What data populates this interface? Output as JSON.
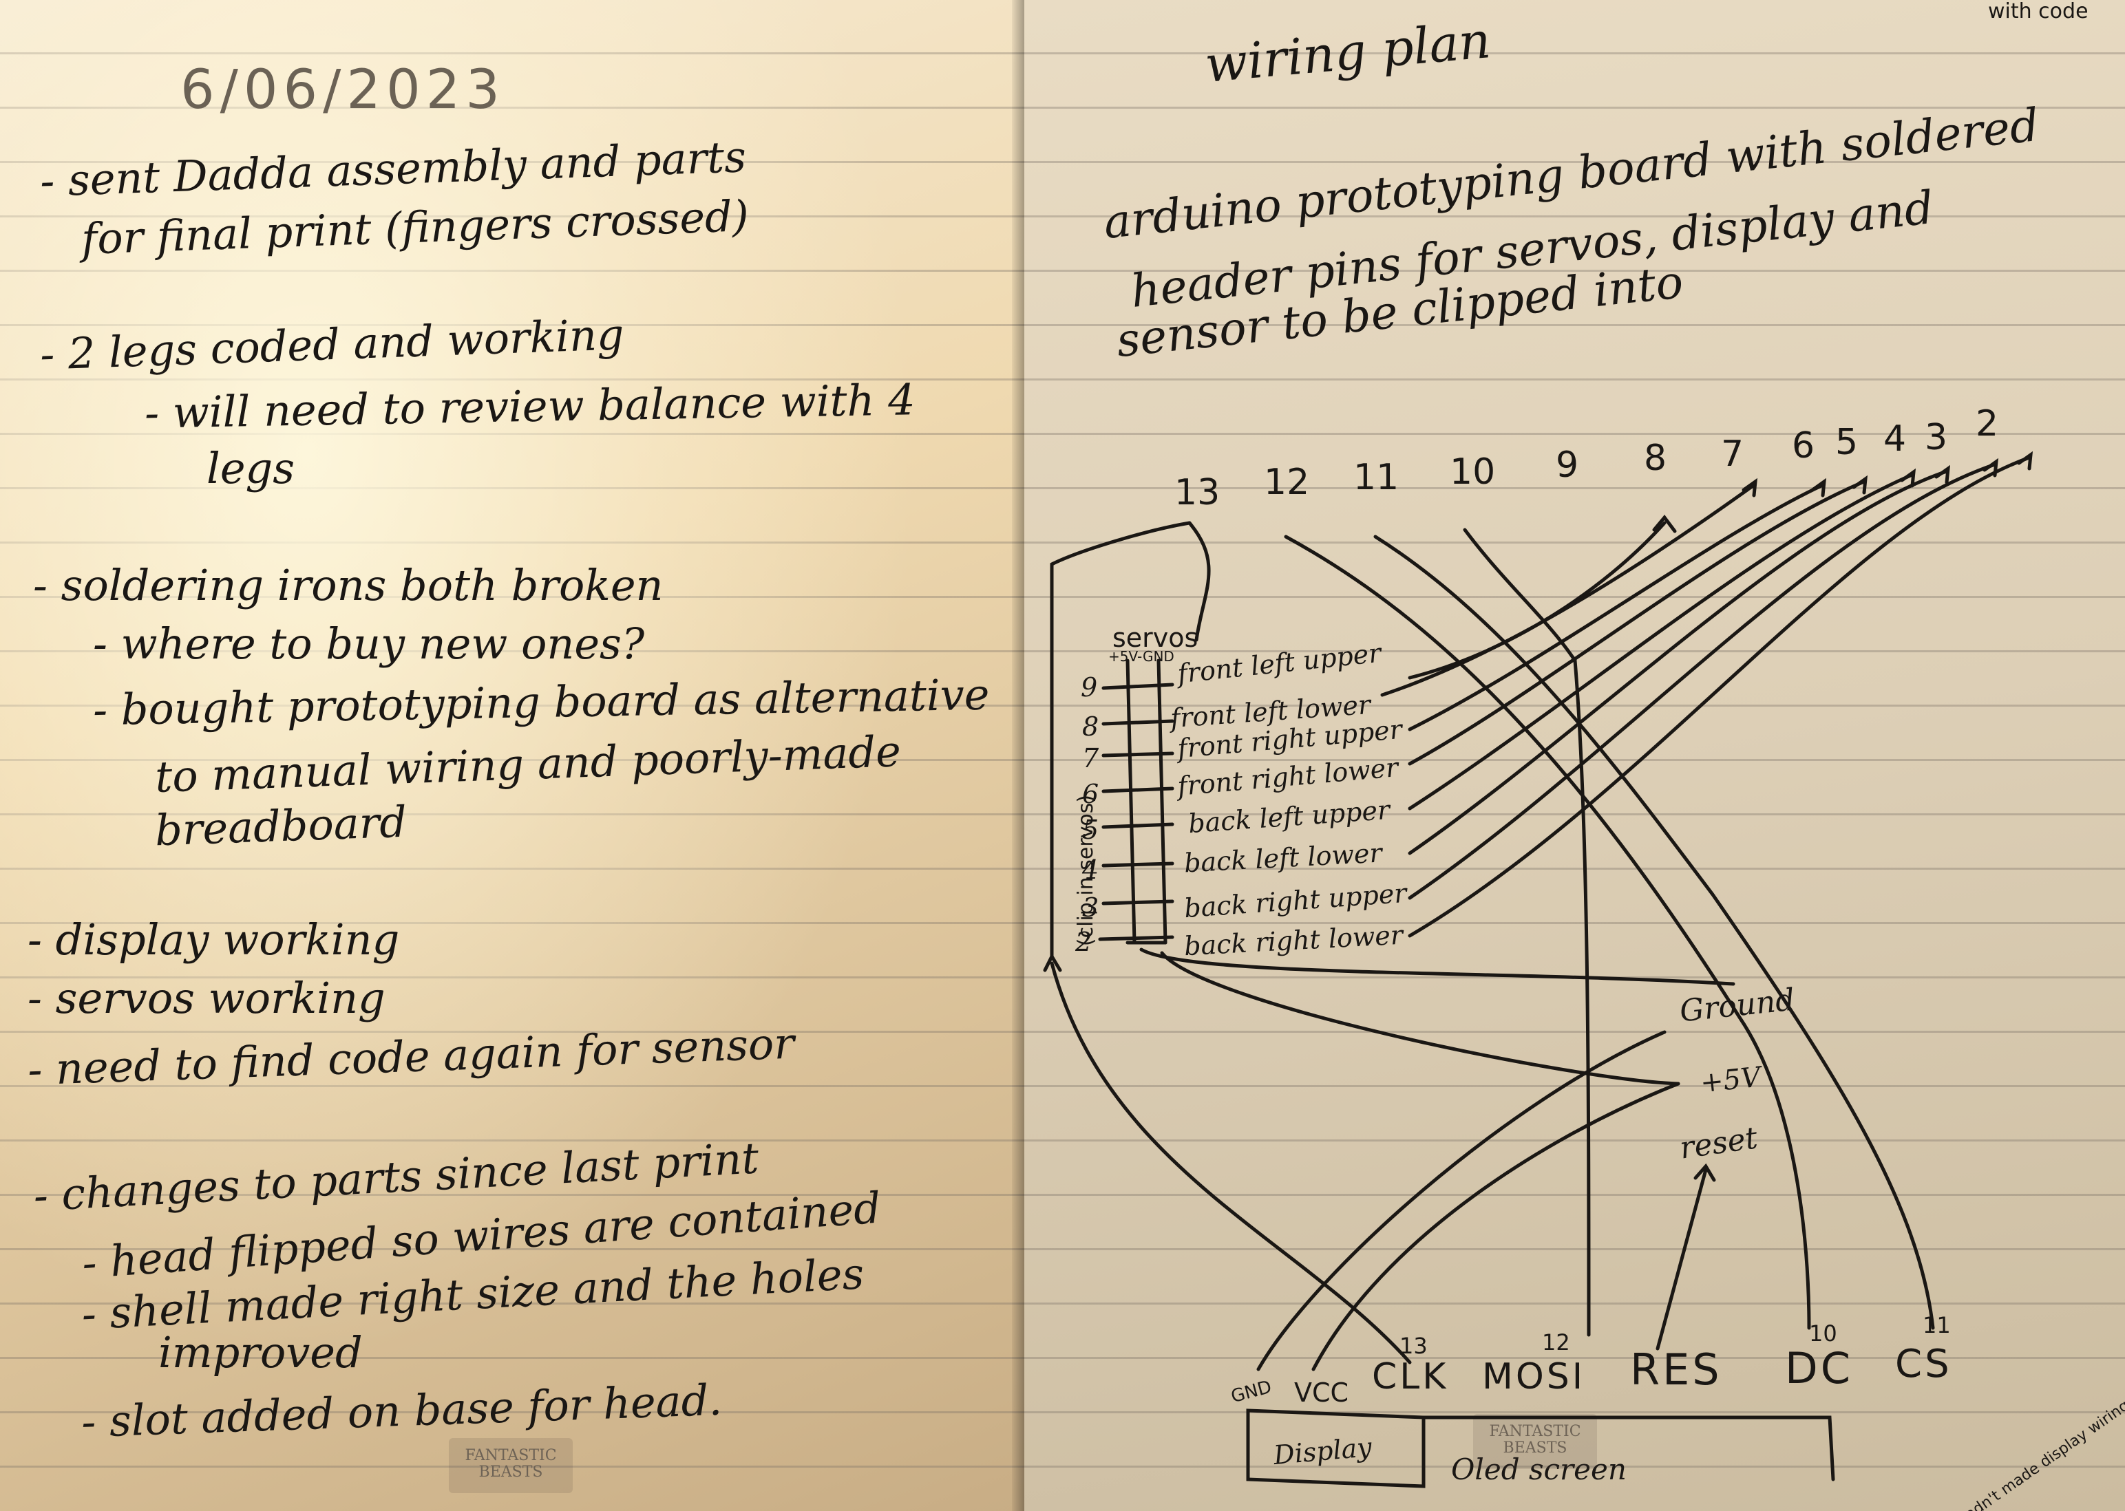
{
  "left_page": {
    "date": "6/06/2023",
    "entries": [
      "- sent Dadda assembly and parts",
      "for final print (fingers crossed)",
      "- 2 legs coded and working",
      "- will need to review balance with 4",
      "legs",
      "- soldering irons both broken",
      "- where to buy new ones?",
      "- bought prototyping board as alternative",
      "to manual wiring and poorly-made",
      "breadboard",
      "- display working",
      "- servos working",
      "- need to find code again for sensor",
      "- changes to parts since last print",
      "- head flipped so wires are contained",
      "- shell made right size and the holes",
      "improved",
      "- slot added on base for head."
    ],
    "logo": "FANTASTIC BEASTS"
  },
  "right_page": {
    "corner_note": "with code",
    "title": "wiring plan",
    "description": [
      "arduino prototyping board with soldered",
      "header pins for servos, display and",
      "sensor to be clipped into"
    ],
    "pin_numbers": [
      "13",
      "12",
      "11",
      "10",
      "9",
      "8",
      "7",
      "6",
      "5",
      "4",
      "3",
      "2"
    ],
    "servos_header": "servos",
    "servos_subheader": "+5V-GND",
    "side_note": "(clip in servos)",
    "servo_rows": [
      {
        "num": "9",
        "label": "front left upper"
      },
      {
        "num": "8",
        "label": "front left lower"
      },
      {
        "num": "7",
        "label": "front right upper"
      },
      {
        "num": "6",
        "label": "front right lower"
      },
      {
        "num": "5",
        "label": "back left upper"
      },
      {
        "num": "4",
        "label": "back left lower"
      },
      {
        "num": "3",
        "label": "back right upper"
      },
      {
        "num": "2",
        "label": "back right lower"
      }
    ],
    "power_labels": {
      "ground": "Ground",
      "plus5v": "+5V",
      "reset": "reset"
    },
    "display_pin_numbers": {
      "clk": "13",
      "mosi": "12",
      "dc": "10",
      "cs": "11"
    },
    "display_pins": [
      "GND",
      "VCC",
      "CLK",
      "MOSI",
      "RES",
      "DC",
      "CS"
    ],
    "display_box": "Display",
    "oled_label": "Oled screen",
    "bottom_note": "(hadn't made display wiring plan)",
    "logo": "FANTASTIC BEASTS"
  }
}
